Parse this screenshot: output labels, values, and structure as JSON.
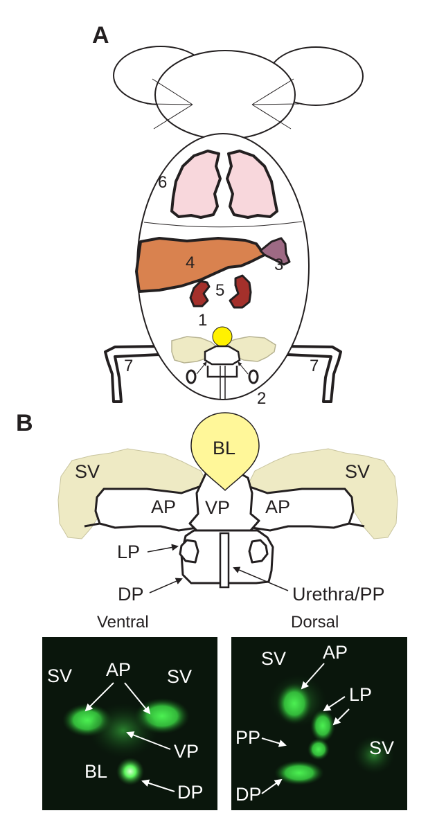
{
  "panel_a": {
    "letter": "A",
    "organ_numbers": {
      "bladder": "1",
      "tail": "2",
      "spleen": "3",
      "liver": "4",
      "kidney": "5",
      "lungs": "6",
      "leg_left": "7",
      "leg_right": "7"
    },
    "colors": {
      "lungs": "#f8d7dc",
      "liver": "#d9824f",
      "spleen": "#9e6a84",
      "kidney": "#a4302b",
      "bladder": "#fff100",
      "seminal_vesicle": "#eeeac4"
    }
  },
  "panel_b": {
    "letter": "B",
    "labels": {
      "bladder": "BL",
      "sv_left": "SV",
      "sv_right": "SV",
      "ap_left": "AP",
      "ventral_prostate": "VP",
      "ap_right": "AP",
      "lateral_prostate": "LP",
      "dorsal_prostate": "DP",
      "urethra": "Urethra/PP"
    },
    "colors": {
      "bladder": "#fff799",
      "seminal_vesicle": "#eeeac4",
      "prostate": "#ffffff"
    }
  },
  "photos": {
    "ventral": {
      "title": "Ventral",
      "labels": {
        "sv_left": "SV",
        "ap": "AP",
        "sv_right": "SV",
        "vp": "VP",
        "bl": "BL",
        "dp": "DP"
      }
    },
    "dorsal": {
      "title": "Dorsal",
      "labels": {
        "sv_top": "SV",
        "ap": "AP",
        "lp": "LP",
        "pp": "PP",
        "sv_right": "SV",
        "dp": "DP"
      }
    },
    "colors": {
      "background": "#0a160c",
      "fluorescence": "#39d13f"
    }
  }
}
